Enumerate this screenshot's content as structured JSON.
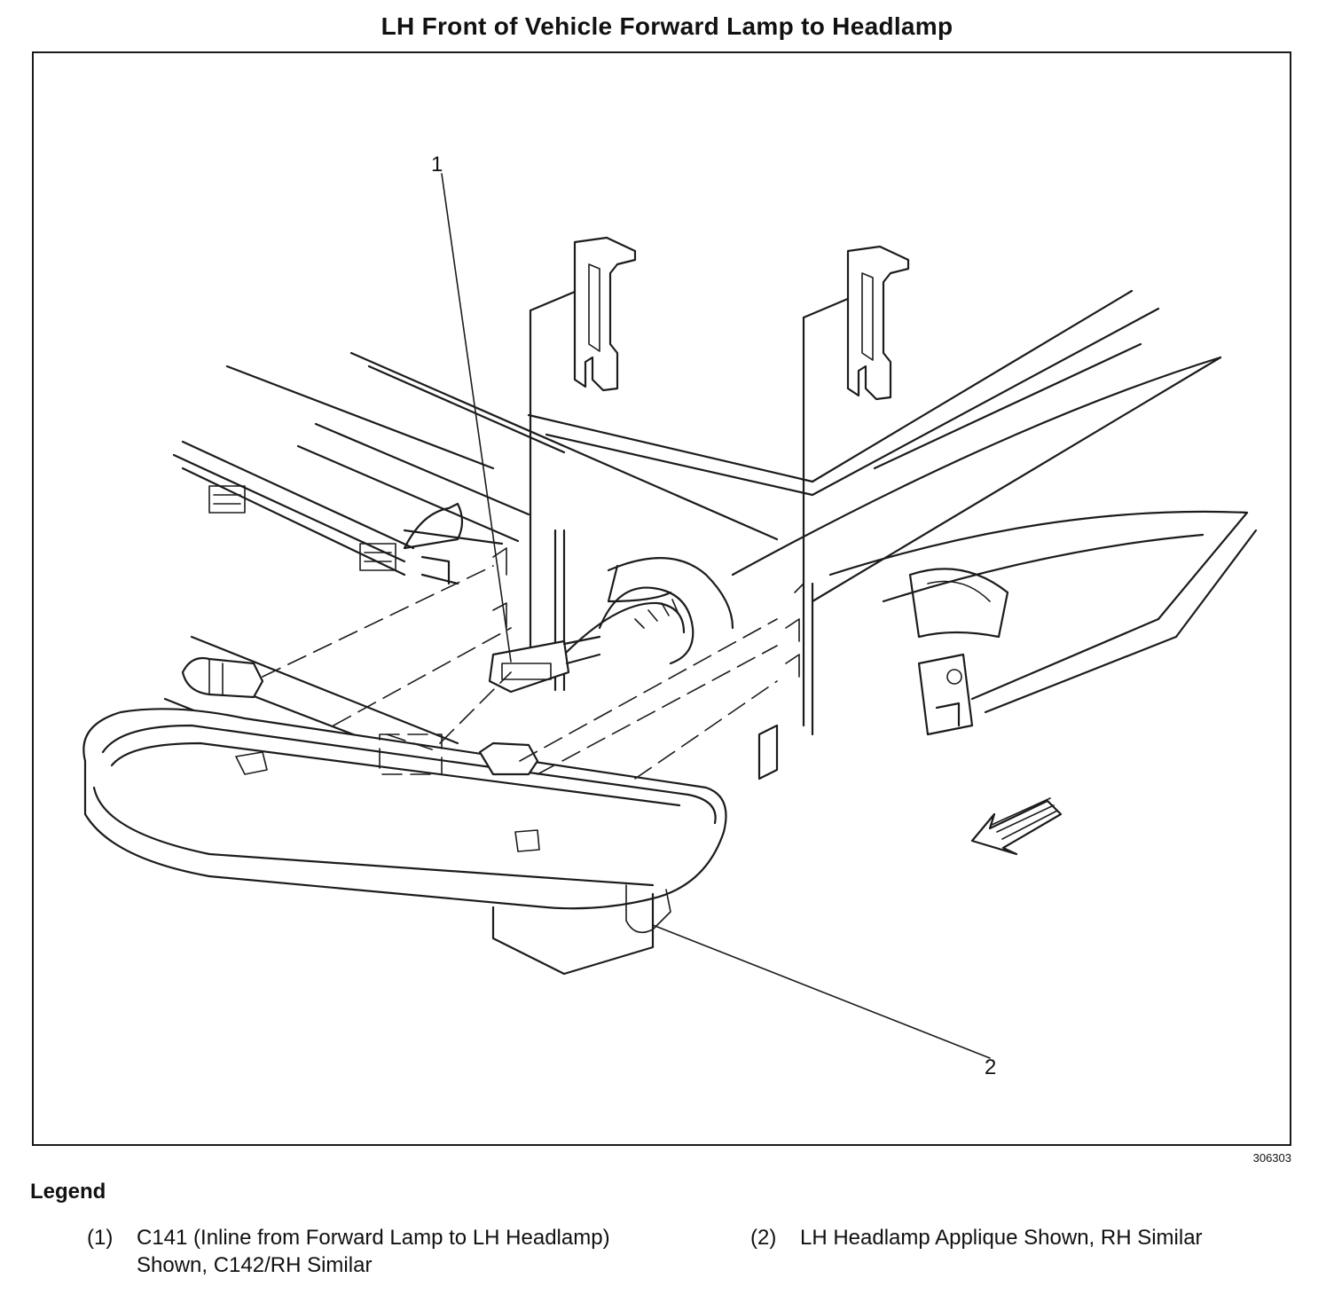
{
  "title": "LH Front of Vehicle Forward Lamp to Headlamp",
  "callouts": {
    "one": "1",
    "two": "2"
  },
  "figure_number": "306303",
  "legend": {
    "heading": "Legend",
    "items": [
      {
        "number": "(1)",
        "text": "C141 (Inline from Forward Lamp to LH Headlamp) Shown, C142/RH Similar"
      },
      {
        "number": "(2)",
        "text": "LH Headlamp Applique Shown, RH Similar"
      }
    ]
  },
  "colors": {
    "ink": "#1c1c1c",
    "background": "#ffffff"
  }
}
